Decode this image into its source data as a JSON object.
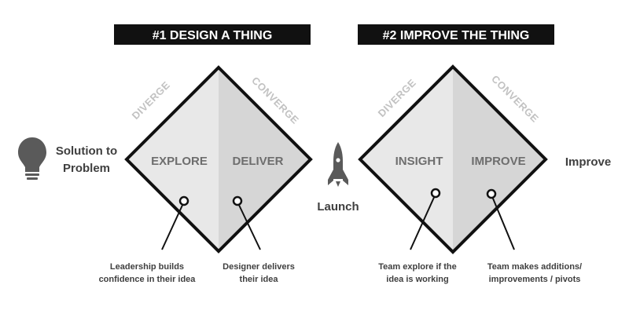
{
  "banners": {
    "design": "#1 DESIGN A THING",
    "improve": "#2 IMPROVE THE THING"
  },
  "diamond1": {
    "diverge": "DIVERGE",
    "converge": "CONVERGE",
    "left_stage": "EXPLORE",
    "right_stage": "DELIVER"
  },
  "diamond2": {
    "diverge": "DIVERGE",
    "converge": "CONVERGE",
    "left_stage": "INSIGHT",
    "right_stage": "IMPROVE"
  },
  "start": {
    "icon": "lightbulb-icon",
    "line1": "Solution to",
    "line2": "Problem"
  },
  "middle": {
    "icon": "rocket-icon",
    "label": "Launch"
  },
  "end": {
    "label": "Improve"
  },
  "notes": {
    "leadership": [
      "Leadership builds",
      "confidence in their idea"
    ],
    "designer": [
      "Designer delivers",
      "their idea"
    ],
    "team_explore": [
      "Team explore if the",
      "idea is working"
    ],
    "team_makes": [
      "Team makes additions/",
      "improvements / pivots"
    ]
  },
  "colors": {
    "banner": "#111111",
    "diamond_left": "#e8e8e8",
    "diamond_right": "#d6d6d6",
    "outline": "#111111",
    "icon": "#5a5a5a"
  }
}
